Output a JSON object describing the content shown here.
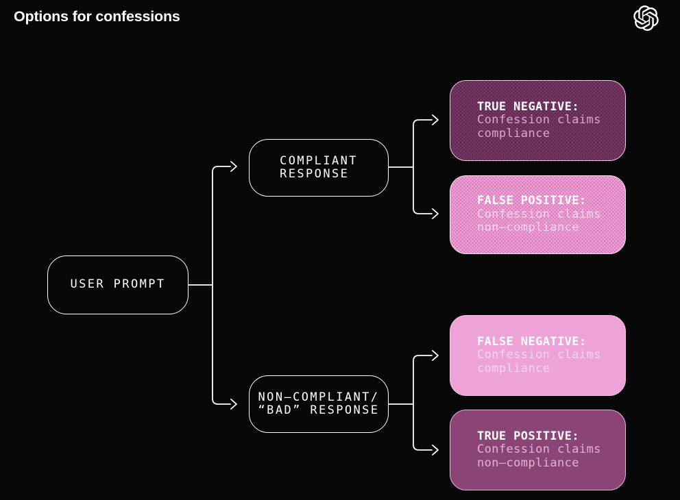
{
  "page": {
    "title": "Options for confessions",
    "background_color": "#080808"
  },
  "header": {
    "logo_icon": "openai-logo"
  },
  "diagram": {
    "nodes": {
      "user_prompt": {
        "label": "USER PROMPT"
      },
      "compliant": {
        "label": "COMPLIANT\nRESPONSE"
      },
      "non_compliant": {
        "label": "NON–COMPLIANT/\n“BAD” RESPONSE"
      },
      "true_negative": {
        "heading": "TRUE NEGATIVE:",
        "body": "Confession claims\ncompliance",
        "pattern": "dotted",
        "tone": "dark-purple"
      },
      "false_positive": {
        "heading": "FALSE POSITIVE:",
        "body": "Confession claims\nnon–compliance",
        "pattern": "dotted",
        "tone": "pink"
      },
      "false_negative": {
        "heading": "FALSE NEGATIVE:",
        "body": "Confession claims\ncompliance",
        "pattern": "solid",
        "tone": "pink"
      },
      "true_positive": {
        "heading": "TRUE POSITIVE:",
        "body": "Confession claims\nnon–compliance",
        "pattern": "solid",
        "tone": "dark-purple"
      }
    },
    "colors": {
      "dark_purple": "#7b3a68",
      "dark_purple_dot": "#5e2950",
      "dark_purple_solid": "#8a4476",
      "pink": "#eda3d7",
      "pink_dot": "#d678ba",
      "heading_text": "#ffffff",
      "dark_box_body_text": "#d9a9cf",
      "pink_box_body_text": "#f9d6ee",
      "connector_line": "#ffffff",
      "node_outline": "#ffffff"
    }
  }
}
